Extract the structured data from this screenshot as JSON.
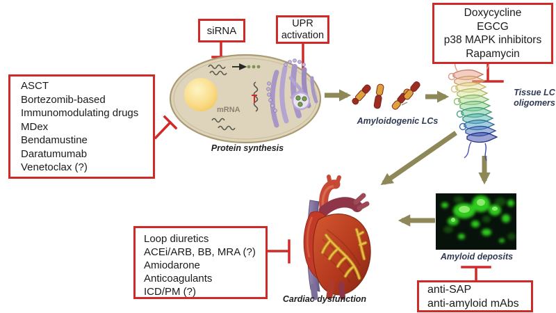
{
  "colors": {
    "box_border": "#d02a28",
    "inhibitor": "#d02a28",
    "arrow_olive": "#8e8757",
    "label_navy": "#2e3a52",
    "deposit_green": "#2ecb1e",
    "cell_fill": "#ded4bb",
    "nucleus_yellow": "#f6cd63",
    "er_purple": "#a796c6",
    "rod_red": "#9b2d23",
    "rod_orange": "#dfa13a",
    "heart_red": "#c0392b"
  },
  "boxes": {
    "sirna": {
      "lines": [
        "siRNA"
      ]
    },
    "upr": {
      "lines": [
        "UPR",
        "activation"
      ]
    },
    "doxy": {
      "lines": [
        "Doxycycline",
        "EGCG",
        "p38 MAPK inhibitors",
        "Rapamycin"
      ]
    },
    "asct": {
      "lines": [
        "ASCT",
        "Bortezomib-based",
        "Immunomodulating drugs",
        "MDex",
        "Bendamustine",
        "Daratumumab",
        "Venetoclax (?)"
      ]
    },
    "cardiac": {
      "lines": [
        "Loop diuretics",
        "ACEi/ARB, BB, MRA (?)",
        "Amiodarone",
        "Anticoagulants",
        "ICD/PM (?)"
      ]
    },
    "antisap": {
      "lines": [
        "anti-SAP",
        "anti-amyloid mAbs"
      ]
    }
  },
  "labels": {
    "mrna": "mRNA",
    "protein_synthesis": "Protein synthesis",
    "amyloidogenic_lcs": "Amyloidogenic LCs",
    "tissue_lc_line1": "Tissue LC",
    "tissue_lc_line2": "oligomers",
    "amyloid_deposits": "Amyloid deposits",
    "cardiac_dysfunction": "Cardiac dysfunction"
  }
}
